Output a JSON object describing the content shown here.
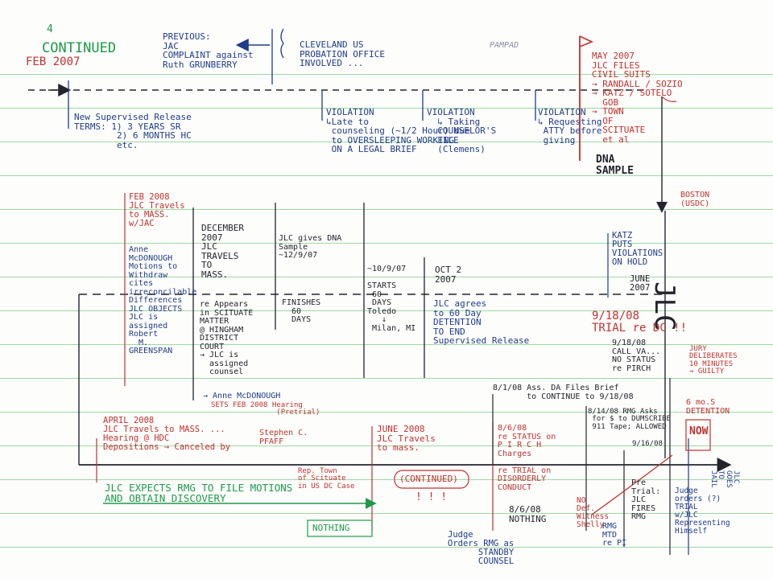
{
  "header": {
    "page_number": "4",
    "continued": "CONTINUED",
    "date": "FEB 2007",
    "previous": "PREVIOUS:\nJAC\nCOMPLAINT against\nRuth GRUNBERRY",
    "cleveland": "CLEVELAND US\nPROBATION OFFICE\nINVOLVED ...",
    "logo": "PAMPAD"
  },
  "notes": {
    "new_supervised": "New Supervised Release\nTERMS: 1) 3 YEARS SR\n        2) 6 MONTHS HC\n        etc.",
    "violation1": "VIOLATION\n↳Late to\n counseling (~1/2 Hour) due\n to OVERSLEEPING WORKING\n ON A LEGAL BRIEF",
    "violation2": "VIOLATION\n  ↳ Taking\n  COUNSELOR'S\n  FILE\n  (Clemens)",
    "violation3": "VIOLATION\n↳ Requesting\n ATTY before\n giving",
    "dna_sample": "DNA\nSAMPLE",
    "may2007": "MAY 2007\nJLC FILES\nCIVIL SUITS\n→ RANDALL / SOZIO\n→ KATZ / SOTELO\n  GOB\n→ TOWN\n  OF\n  SCITUATE\n  et al",
    "boston": "BOSTON\n(USDC)",
    "katz_hold": "KATZ\nPUTS\nVIOLATIONS\nON HOLD",
    "june2007": "JUNE\n2007",
    "feb2008": "FEB 2008\nJLC Travels\nto MASS.\nw/JAC",
    "anne_withdraw": "Anne\nMcDONOUGH\nMotions to\nWithdraw\ncites\nirreconcilable\nDifferences\nJLC OBJECTS\nJLC is\nassigned\nRobert\n  M.\nGREENSPAN",
    "dec2007": "DECEMBER\n2007\nJLC\nTRAVELS\nTO\nMASS.",
    "scituate_matter": "re Appears\nin SCITUATE\nMATTER\n@ HINGHAM\nDISTRICT\nCOURT\n→ JLC is\n  assigned\n  counsel",
    "anne_mcd": "→ Anne McDONOUGH",
    "sets_hearing": "SETS FEB 2008 Hearing\n               (Pretrial)",
    "dna_gives": "JLC gives DNA\nSample\n~12/9/07",
    "finishes": "FINISHES\n  60\n  DAYS",
    "starts": "~10/9/07\n\nSTARTS\n 60\n DAYS\nToledo\n   ↓\n Milan, MI",
    "oct2007": "OCT 2\n2007",
    "jlc_agrees": "JLC agrees\nto 60 Day\nDETENTION\nTO END\nSupervised Release",
    "trial_dc": "9/18/08\nTRIAL re DC !!",
    "call_va": "9/18/08\nCALL VA...\nNO STATUS\nre PIRCH",
    "jury": "JURY\nDELIBERATES\n10 MINUTES\n→ GUILTY",
    "six_mos": "6 mo.S\nDETENTION",
    "now": "NOW",
    "ass_da": "8/1/08 Ass. DA Files Brief\n       to CONTINUE to 9/18/08",
    "rmg_asks": "8/14/08 RMG Asks\n for $ to DUMSCRIBE\n 911 Tape; ALLOWED",
    "date_9_16": "9/16/08",
    "april2008": "APRIL 2008\nJLC Travels to MASS. ...\nHearing @ HDC\nDepositions → Canceled by",
    "stephen_pfaff": "Stephen C.\nPFAFF",
    "rep_town": "Rep. Town\nof Scituate\nin US DC Case",
    "june2008": "JUNE 2008\nJLC Travels\nto mass.",
    "continued_box": "(CONTINUED)",
    "exclaim": "! ! !",
    "aug6": "8/6/08\nre STATUS on\nP I R C H\nCharges\n\nre TRIAL on\nDISORDERLY\nCONDUCT",
    "expects": "JLC EXPECTS RMG TO FILE MOTIONS\nAND OBTAIN DISCOVERY",
    "nothing_green": "NOTHING",
    "nothing_86": "8/6/08\nNOTHING",
    "judge_orders_rmg": "Judge\nOrders RMG as\n      STANDBY\n      COUNSEL",
    "no_def_witness": "NO\nDef.\nWitness\nShelly",
    "rmg_mtd": "RMG\nMTD\nre PI",
    "pretrial_fires": "Pre\nTrial:\nJLC\nFIRES\nRMG",
    "judge_orders_jlc": "Judge\norders (?)\nTRIAL\nw/JLC\nRepresenting\nHimself",
    "jlc_vertical": "JLC",
    "vertical_side": "JLC\nGOES\nTO\nJAIL"
  },
  "colors": {
    "blue_ink": "#1f3c8a",
    "red_ink": "#c0322f",
    "green_ink": "#1d9a4a",
    "black_ink": "#24242e",
    "grid_green": "#9fd8a4"
  }
}
